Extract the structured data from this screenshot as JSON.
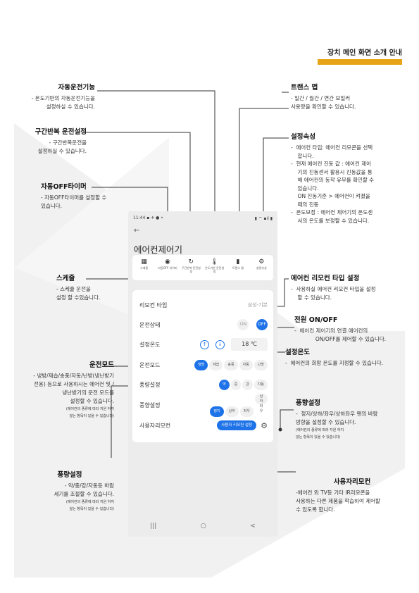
{
  "page": {
    "header": "장치 메인 화면 소개 안내",
    "accent_color": "#e8a418"
  },
  "annotations": {
    "auto_run": {
      "title": "자동운전기능",
      "desc": [
        "- 온도기반의 자동운전기능을",
        "설정하실 수 있습니다."
      ]
    },
    "repeat_run": {
      "title": "구간반복 운전설정",
      "desc": [
        "- 구간반복운전을",
        "설정하실 수 있습니다."
      ]
    },
    "auto_off": {
      "title": "자동OFF타이머",
      "desc": [
        "- 자동OFF타이머를 설정할  수",
        "있습니다."
      ]
    },
    "schedule": {
      "title": "스케줄",
      "desc": [
        "- 스케쥴 운전을",
        "설정 할 수있습니다."
      ]
    },
    "mode": {
      "title": "운전모드",
      "desc": [
        "- 냉방/제습/송풍/자동/난방(냉난방기",
        "전용) 등으로 사용하시는 에어컨 및 /",
        "냉난방기의 운전 모드를",
        "설정할 수 있습니다."
      ],
      "note": [
        "(에어컨의 종류에 따라 지원 하지",
        "않는 항목이 있을 수 있습니다)"
      ]
    },
    "fan_speed": {
      "title": "풍량설정",
      "desc": [
        "- 약/중/강/자동등 바람",
        "세기를 조절할 수 있습니다."
      ],
      "note": [
        "(에어컨의 종류에 따라 지원 하지",
        "않는 항목이 있을 수 있습니다)"
      ]
    },
    "trans_map": {
      "title": "트랜스 맵",
      "desc": [
        "- 일간 / 월간 / 연간 보일러",
        "사용량을 확인할 수 있습니다."
      ]
    },
    "settings": {
      "title": "설정속성",
      "desc": [
        "-  에어컨 타입: 에어컨 리모콘을 선택",
        "    합니다.",
        "-  현재 에어컨 진동 값 : 에어컨 제어",
        "    기의 진동센서 활용시 진동값을 통",
        "    해 에어컨의 동작 유무를 확인할 수",
        "    있습니다.",
        "    ON 진동기준 > 에어컨이 켜졌을",
        "    때의 진동",
        "-  온도보정 : 에어컨 제어기의 온도센",
        "    서의 온도를 보정할 수 있습니다."
      ]
    },
    "remote_type": {
      "title": "에어컨 리모컨 타입 설정",
      "desc": [
        "-  사용하실 에어컨 리모컨 타입을 설정",
        "    할 수 있습니다."
      ]
    },
    "power": {
      "title": "전원 ON/OFF",
      "desc": [
        "-  에어컨 제어기와 연결 에어컨의",
        "ON/OFF를 제어할 수 있습니다."
      ]
    },
    "set_temp": {
      "title": "설정온도",
      "desc": [
        "-  에어컨의 희망 온도를 지정할 수 있습니다."
      ]
    },
    "wind_dir": {
      "title": "풍향설정",
      "desc": [
        "-  정지/상하/좌우/상하좌우 팬의 바람",
        "방향을 설정할 수 있습니다."
      ],
      "note": [
        "(에어컨의 종류에 따라 지원 하지",
        "않는 항목이 있을 수 있습니다)"
      ]
    },
    "learn_remote": {
      "title": "사용자리모컨",
      "desc": [
        "-에어컨 외 TV등 기타 IR리모콘을",
        "사용하는 다른 제품을 학습하여 제어할",
        "수 있도록 합니다."
      ]
    }
  },
  "phone": {
    "status_time": "11:44",
    "status_icons_left": "▪ ✈ ●  •",
    "status_icons_right": "▮ ⌔ ▪ıl ▮",
    "back": "←",
    "title": "에어컨제어기",
    "tools": [
      {
        "icon": "schedule-icon",
        "glyph": "▦",
        "label": "스케줄"
      },
      {
        "icon": "timer-icon",
        "glyph": "◉",
        "label": "자동OFF 타이머"
      },
      {
        "icon": "repeat-icon",
        "glyph": "↻",
        "label": "구간반복 운전설정"
      },
      {
        "icon": "thermometer-icon",
        "glyph": "🌡",
        "label": "온도기반 운전설정"
      },
      {
        "icon": "chart-icon",
        "glyph": "▮",
        "label": "트랜스 맵"
      },
      {
        "icon": "settings-icon",
        "glyph": "⚙",
        "label": "설정속성"
      }
    ],
    "remote_type_label": "리모컨 타입",
    "remote_type_value": "삼성-기본",
    "run_state_label": "운전상태",
    "on_label": "ON",
    "off_label": "OFF",
    "set_temp_label": "설정온도",
    "temp_up": "↑",
    "temp_down": "↓",
    "temp_value": "18  ℃",
    "mode_label": "운전모드",
    "modes": [
      "냉방",
      "제습",
      "송풍",
      "자동",
      "난방"
    ],
    "mode_active": 0,
    "fan_label": "풍량설정",
    "fan_options": [
      "약",
      "중",
      "강",
      "자동"
    ],
    "fan_active": 0,
    "dir_label": "풍향설정",
    "dir_options": [
      "정지",
      "상하",
      "좌우",
      "상하 좌우"
    ],
    "dir_active": 0,
    "user_remote_label": "사용자리모컨",
    "user_remote_button": "사용자 리모컨 설정",
    "nav": [
      "|||",
      "○",
      "<"
    ]
  }
}
